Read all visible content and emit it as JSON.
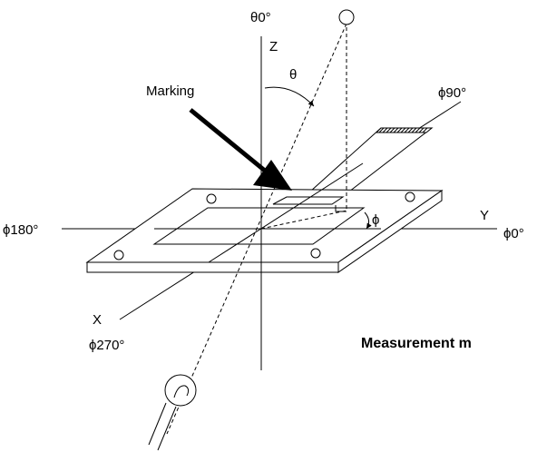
{
  "labels": {
    "theta0": "θ0°",
    "z": "Z",
    "theta": "θ",
    "marking": "Marking",
    "phi90": "ϕ90°",
    "y": "Y",
    "phi180": "ϕ180°",
    "phi0": "ϕ0°",
    "phi": "ϕ",
    "x": "X",
    "phi270": "ϕ270°"
  },
  "caption": "Measurement m"
}
